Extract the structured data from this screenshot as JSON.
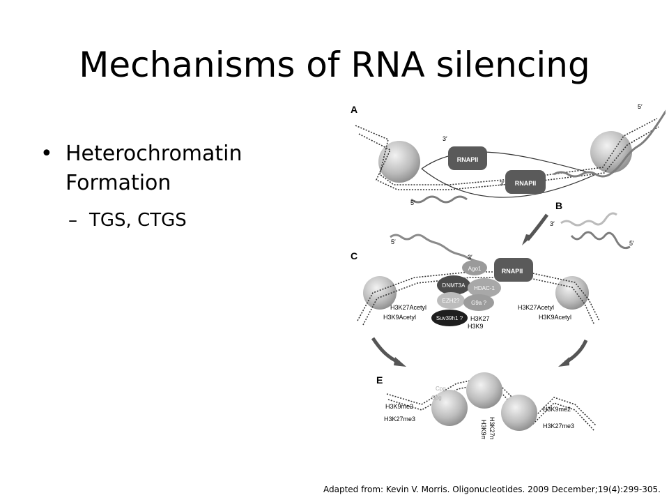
{
  "slide": {
    "title": "Mechanisms of RNA silencing",
    "bullets": [
      {
        "text": "Heterochromatin Formation",
        "sub": "TGS, CTGS"
      }
    ],
    "caption": "Adapted from:  Kevin V. Morris. Oligonucleotides. 2009 December;19(4):299-305."
  },
  "figure": {
    "panel_labels": {
      "a": "A",
      "b": "B",
      "c": "C",
      "e": "E"
    },
    "strand_ends": {
      "five_prime": "5′",
      "three_prime": "3′"
    },
    "proteins": {
      "rnapii": "RNAPII",
      "ago1": "Ago1",
      "dnmt3a": "DNMT3A",
      "hdac1": "HDAC-1",
      "ezh2": "EZH2?",
      "g9a": "G9a ?",
      "suv39h1": "Suv39h1 ?"
    },
    "marks": {
      "h3k27acetyl": "H3K27Acetyl",
      "h3k9acetyl": "H3K9Acetyl",
      "h3k27": "H3K27",
      "h3k9": "H3K9",
      "h3k9me2": "H3K9me2",
      "h3k27me3": "H3K27me3",
      "cpg": "Cpg"
    }
  }
}
